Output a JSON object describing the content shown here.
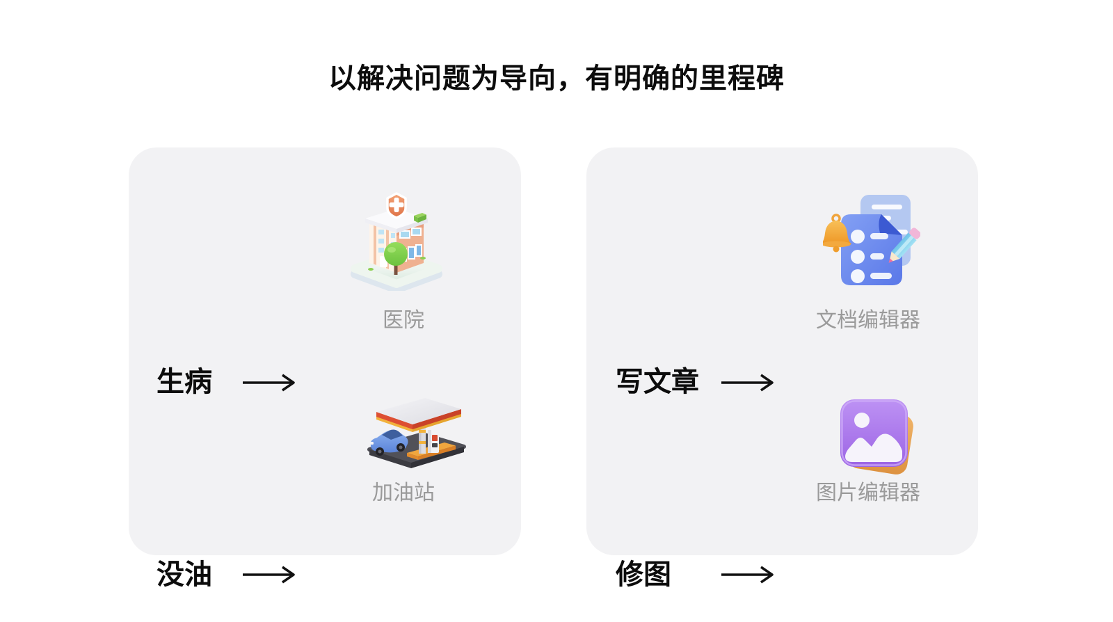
{
  "title": "以解决问题为导向，有明确的里程碑",
  "colors": {
    "page_bg": "#ffffff",
    "card_bg": "#f2f2f4",
    "text": "#0c0c0c",
    "label": "#9a9a9a",
    "arrow": "#111111"
  },
  "cards": [
    {
      "rows": [
        {
          "scenario": "生病",
          "solution": "医院",
          "icon": "hospital-3d-icon"
        },
        {
          "scenario": "没油",
          "solution": "加油站",
          "icon": "gas-station-3d-icon"
        }
      ]
    },
    {
      "rows": [
        {
          "scenario": "写文章",
          "solution": "文档编辑器",
          "icon": "document-editor-3d-icon"
        },
        {
          "scenario": "修图",
          "solution": "图片编辑器",
          "icon": "image-editor-3d-icon"
        }
      ]
    }
  ]
}
